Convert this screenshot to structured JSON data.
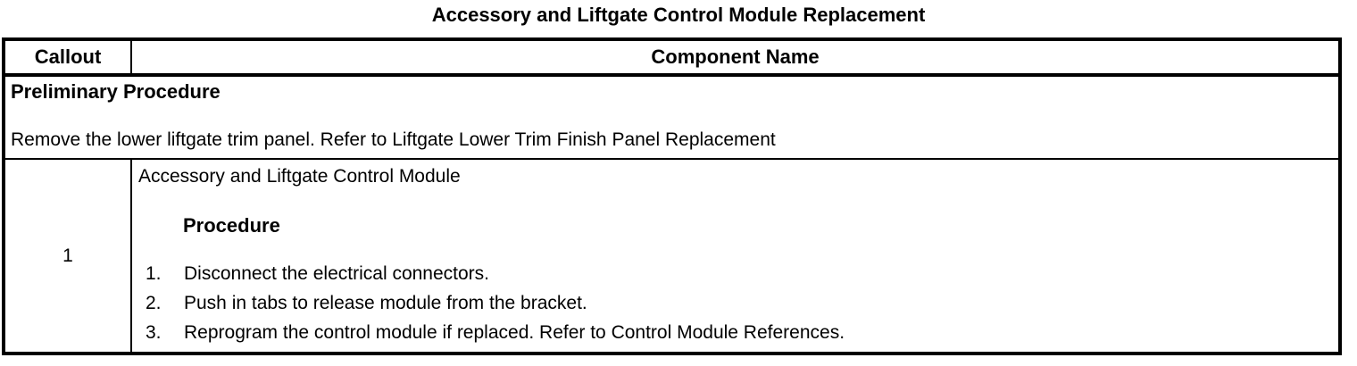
{
  "title": "Accessory and Liftgate Control Module Replacement",
  "table": {
    "headers": {
      "callout": "Callout",
      "component": "Component Name"
    },
    "preliminary": {
      "heading": "Preliminary Procedure",
      "text": "Remove the lower liftgate trim panel. Refer to Liftgate Lower Trim Finish Panel Replacement"
    },
    "row1": {
      "callout": "1",
      "component": "Accessory and Liftgate Control Module",
      "procedure_heading": "Procedure",
      "steps": [
        {
          "num": "1.",
          "text": "Disconnect the electrical connectors."
        },
        {
          "num": "2.",
          "text": "Push in tabs to release module from the bracket."
        },
        {
          "num": "3.",
          "text": "Reprogram the control module if replaced. Refer to Control Module References."
        }
      ]
    }
  },
  "colors": {
    "text": "#000000",
    "border": "#000000",
    "background": "#ffffff"
  }
}
